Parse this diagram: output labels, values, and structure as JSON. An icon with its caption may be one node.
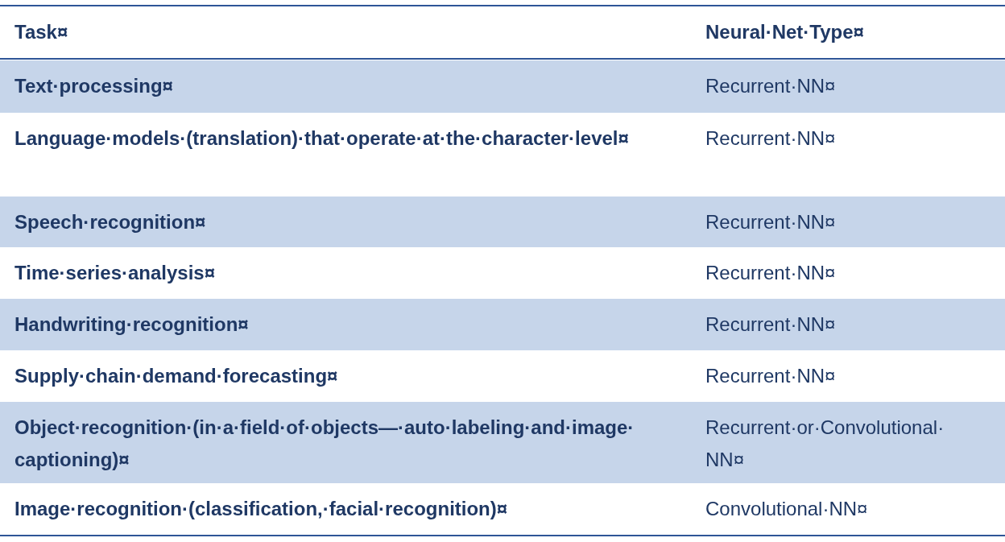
{
  "diagram": {
    "labels": [
      "Task¤",
      "Neural·Net·Type¤",
      "Text·processing¤",
      "Recurrent·NN¤",
      "Language·models·(translation)·that·operate·at·the·character·level¤",
      "Recurrent·NN¤",
      "Speech·recognition¤",
      "Recurrent·NN¤",
      "Time·series·analysis¤",
      "Recurrent·NN¤",
      "Handwriting·recognition¤",
      "Recurrent·NN¤",
      "Supply·chain·demand·forecasting¤",
      "Recurrent·NN¤",
      "Object·recognition·(in·a·field·of·objects—·auto·labeling·and·image·captioning)¤",
      "Recurrent·or·Convolutional·NN¤",
      "Image·recognition·(classification,·facial·recognition)¤",
      "Convolutional·NN¤"
    ]
  }
}
